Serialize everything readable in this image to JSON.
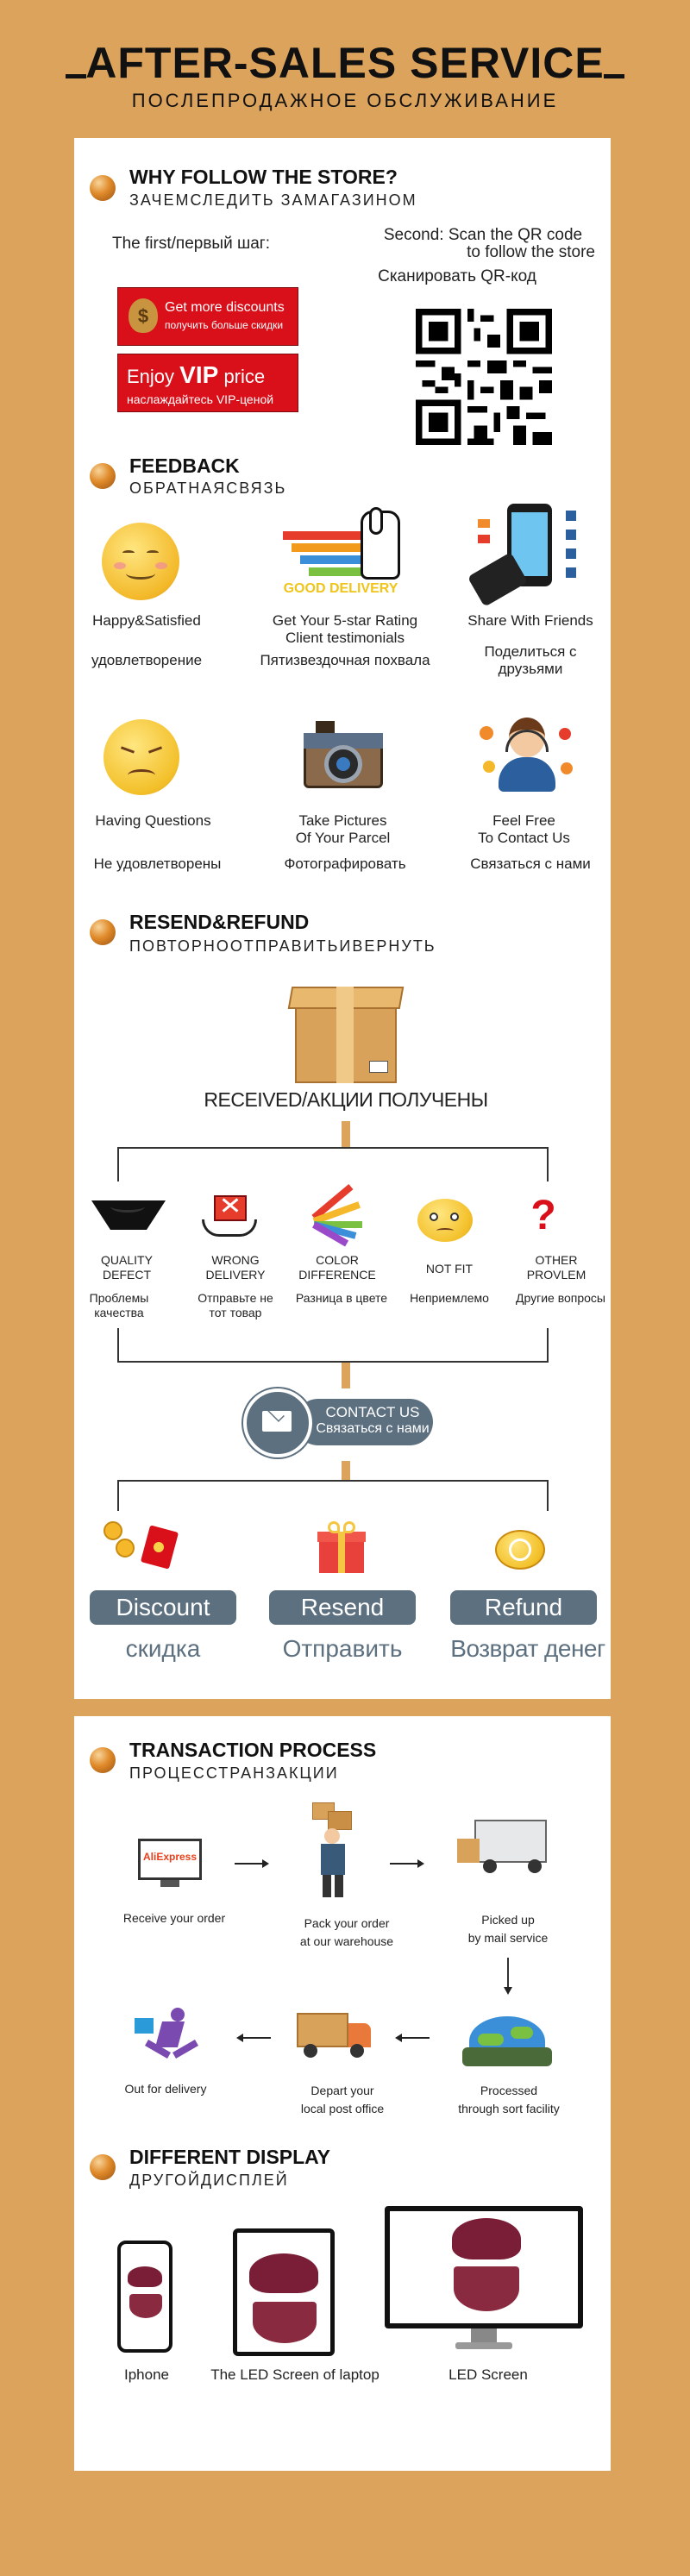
{
  "header": {
    "title": "AFTER-SALES SERVICE",
    "subtitle": "ПОСЛЕПРОДАЖНОЕ ОБСЛУЖИВАНИЕ"
  },
  "follow": {
    "title": "WHY FOLLOW THE STORE?",
    "subtitle": "ЗАЧЕМСЛЕДИТЬ ЗАМАГАЗИНОМ",
    "first_step": "The first/первый шаг:",
    "discount_btn_line1": "Get more discounts",
    "discount_btn_line2": "получить больше скидки",
    "vip_btn_enjoy": "Enjoy",
    "vip_btn_vip": "VIP",
    "vip_btn_price": "price",
    "vip_btn_line2": "наслаждайтесь VIP-ценой",
    "second_step_line1": "Second: Scan the QR code",
    "second_step_line2": "to follow the store",
    "scan_ru": "Сканировать QR-код"
  },
  "feedback": {
    "title": "FEEDBACK",
    "subtitle": "ОБРАТНАЯСВЯЗЬ",
    "good_delivery": "GOOD DELIVERY",
    "items": [
      {
        "en": "Happy&Satisfied",
        "ru": "удовлетворение"
      },
      {
        "en": "Get Your 5-star Rating\nClient testimonials",
        "ru": "Пятизвездочная похвала"
      },
      {
        "en": "Share With Friends",
        "ru": "Поделиться с\nдрузьями"
      },
      {
        "en": "Having Questions",
        "ru": "Не удовлетворены"
      },
      {
        "en": "Take Pictures\nOf Your Parcel",
        "ru": "Фотографировать"
      },
      {
        "en": "Feel Free\nTo Contact Us",
        "ru": "Связаться с нами"
      }
    ]
  },
  "resend": {
    "title": "RESEND&REFUND",
    "subtitle": "ПОВТОРНООТПРАВИТЬИВЕРНУТЬ",
    "received": "RECEIVED/АКЦИИ ПОЛУЧЕНЫ",
    "problems": [
      {
        "en": "QUALITY\nDEFECT",
        "ru": "Проблемы\nкачества"
      },
      {
        "en": "WRONG\nDELIVERY",
        "ru": "Отправьте не\nтот товар"
      },
      {
        "en": "COLOR\nDIFFERENCE",
        "ru": "Разница в цвете"
      },
      {
        "en": "NOT FIT",
        "ru": "Неприемлемо"
      },
      {
        "en": "OTHER\nPROVLEM",
        "ru": "Другие вопросы"
      }
    ],
    "contact_en": "CONTACT US",
    "contact_ru": "Связаться с нами",
    "outcomes": [
      {
        "en": "Discount",
        "ru": "скидка"
      },
      {
        "en": "Resend",
        "ru": "Отправить"
      },
      {
        "en": "Refund",
        "ru": "Возврат денег"
      }
    ]
  },
  "transaction": {
    "title": "TRANSACTION PROCESS",
    "subtitle": "ПРОЦЕССТРАНЗАКЦИИ",
    "aliexpress": "AliExpress",
    "steps": [
      "Receive your order",
      "Pack your order\nat our warehouse",
      "Picked up\nby mail service",
      "Processed\nthrough sort facility",
      "Depart your\nlocal post office",
      "Out for delivery"
    ]
  },
  "display": {
    "title": "DIFFERENT DISPLAY",
    "subtitle": "ДРУГОЙДИСПЛЕЙ",
    "devices": [
      "Iphone",
      "The LED Screen of laptop",
      "LED Screen"
    ]
  },
  "colors": {
    "background": "#dba35c",
    "panel": "#ffffff",
    "accent_red": "#d90f1a",
    "pill": "#5d7080"
  }
}
